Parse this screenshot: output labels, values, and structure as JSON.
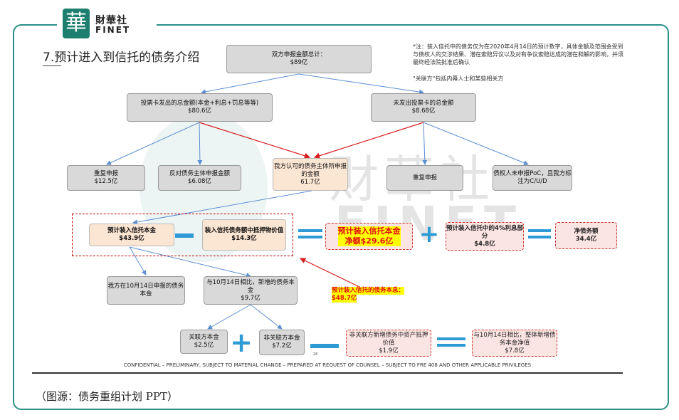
{
  "logo": {
    "char": "華",
    "name_cn": "財華社",
    "name_en": "FINET"
  },
  "title": "7.预计进入到信托的债务介绍",
  "note": {
    "line1": "*注：装入信托中的债务仅为在2020年4月14日的预计数字，具体金额及范围会受到与债权人的交涉结果、潜在索赔异议以及对有争议索赔达成的潜在和解的影响，并须最终经法院批准后确认",
    "line2": "\"关联方\"包括内幕人士和某些相关方"
  },
  "watermark": {
    "cn": "財華社",
    "en": "FINET"
  },
  "nodes": {
    "total": {
      "label": "双方申报金额总计：",
      "value": "$89亿"
    },
    "voted": {
      "label": "投票卡发出的总金额(本金+利息+罚息等等)",
      "value": "$80.6亿"
    },
    "unvoted": {
      "label": "未发出投票卡的总金额",
      "value": "$8.68亿"
    },
    "dup1": {
      "label": "重复申报",
      "value": "$12.5亿"
    },
    "against": {
      "label": "反对债务主体申报金额",
      "value": "$6.08亿"
    },
    "recognized": {
      "label": "我方认可的债务主体所申报的金额",
      "value": "61.7亿"
    },
    "dup2": {
      "label": "重复申报"
    },
    "poc": {
      "label": "债权人未申报PoC，且我方标注为C/U/D"
    },
    "trust_principal": {
      "label": "预计装入信托本金",
      "value": "$43.9亿"
    },
    "collateral": {
      "label": "装入信托债务额中抵押物价值",
      "value": "$14.3亿"
    },
    "net_principal": {
      "label": "预计装入信托本金",
      "value": "净额$29.6亿"
    },
    "interest": {
      "label": "预计装入信托中的4%利息部分",
      "value": "$4.8亿"
    },
    "net_debt": {
      "label": "净债务额",
      "value": "34.4亿"
    },
    "oct_reported": {
      "label": "我方在10月14日申报的债务本金"
    },
    "new_principal": {
      "label": "与10月14日相比，新增的债务本金",
      "value": "$9.7亿"
    },
    "related": {
      "label": "关联方本金",
      "value": "$2.5亿"
    },
    "nonrelated": {
      "label": "非关联方本金",
      "value": "$7.2亿"
    },
    "nonrelated_collateral": {
      "label": "非关联方新增债务中资产抵押价值",
      "value": "$1.9亿"
    },
    "overall_new": {
      "label": "与10月14日相比，整体新增债务本金净值",
      "value": "$7.8亿"
    }
  },
  "operators": {
    "minus": "−",
    "plus": "+",
    "equals": "="
  },
  "annotation": {
    "line1": "预计装入信托的债务本息：",
    "line2": "$48.7亿"
  },
  "page_number": "28",
  "confidential": "CONFIDENTIAL – PRELIMINARY, SUBJECT TO MATERIAL CHANGE – PREPARED AT REQUEST OF COUNSEL – SUBJECT TO FRE 408 AND OTHER APPLICABLE PRIVILEGES",
  "caption": "（图源：债务重组计划 PPT）",
  "colors": {
    "frame": "#2a8f86",
    "blue_arrow": "#5b8fd0",
    "red_arrow": "#d82020",
    "operator": "#2d9ad6",
    "highlight": "#ffff00"
  }
}
